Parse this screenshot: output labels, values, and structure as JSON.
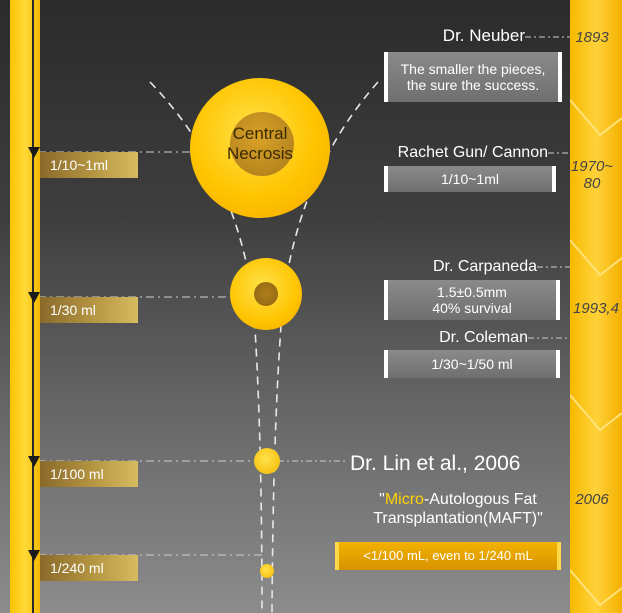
{
  "volumes": [
    "1/10~1ml",
    "1/30 ml",
    "1/100 ml",
    "1/240 ml"
  ],
  "years": [
    "1893",
    "1970~\n80",
    "1993,4",
    "2006"
  ],
  "central_label": "Central\nNecrosis",
  "neuber": {
    "name": "Dr. Neuber",
    "quote": "The smaller the pieces,\nthe sure the success."
  },
  "rachet": {
    "name": "Rachet Gun/ Cannon",
    "value": "1/10~1ml"
  },
  "carpaneda": {
    "name": "Dr. Carpaneda",
    "value": "1.5±0.5mm\n40% survival"
  },
  "coleman": {
    "name": "Dr. Coleman",
    "value": "1/30~1/50 ml"
  },
  "lin": {
    "title": "Dr. Lin et al., 2006",
    "quote_open": "\"",
    "highlight": "Micro",
    "rest1": "-Autologous Fat",
    "line2": "Transplantation(MAFT)",
    "quote_close": "\"",
    "bar": "<1/100 mL, even to 1/240 mL"
  },
  "colors": {
    "gold": "#f5b800",
    "highlight": "#ffd400",
    "bar": "#e7a800"
  }
}
